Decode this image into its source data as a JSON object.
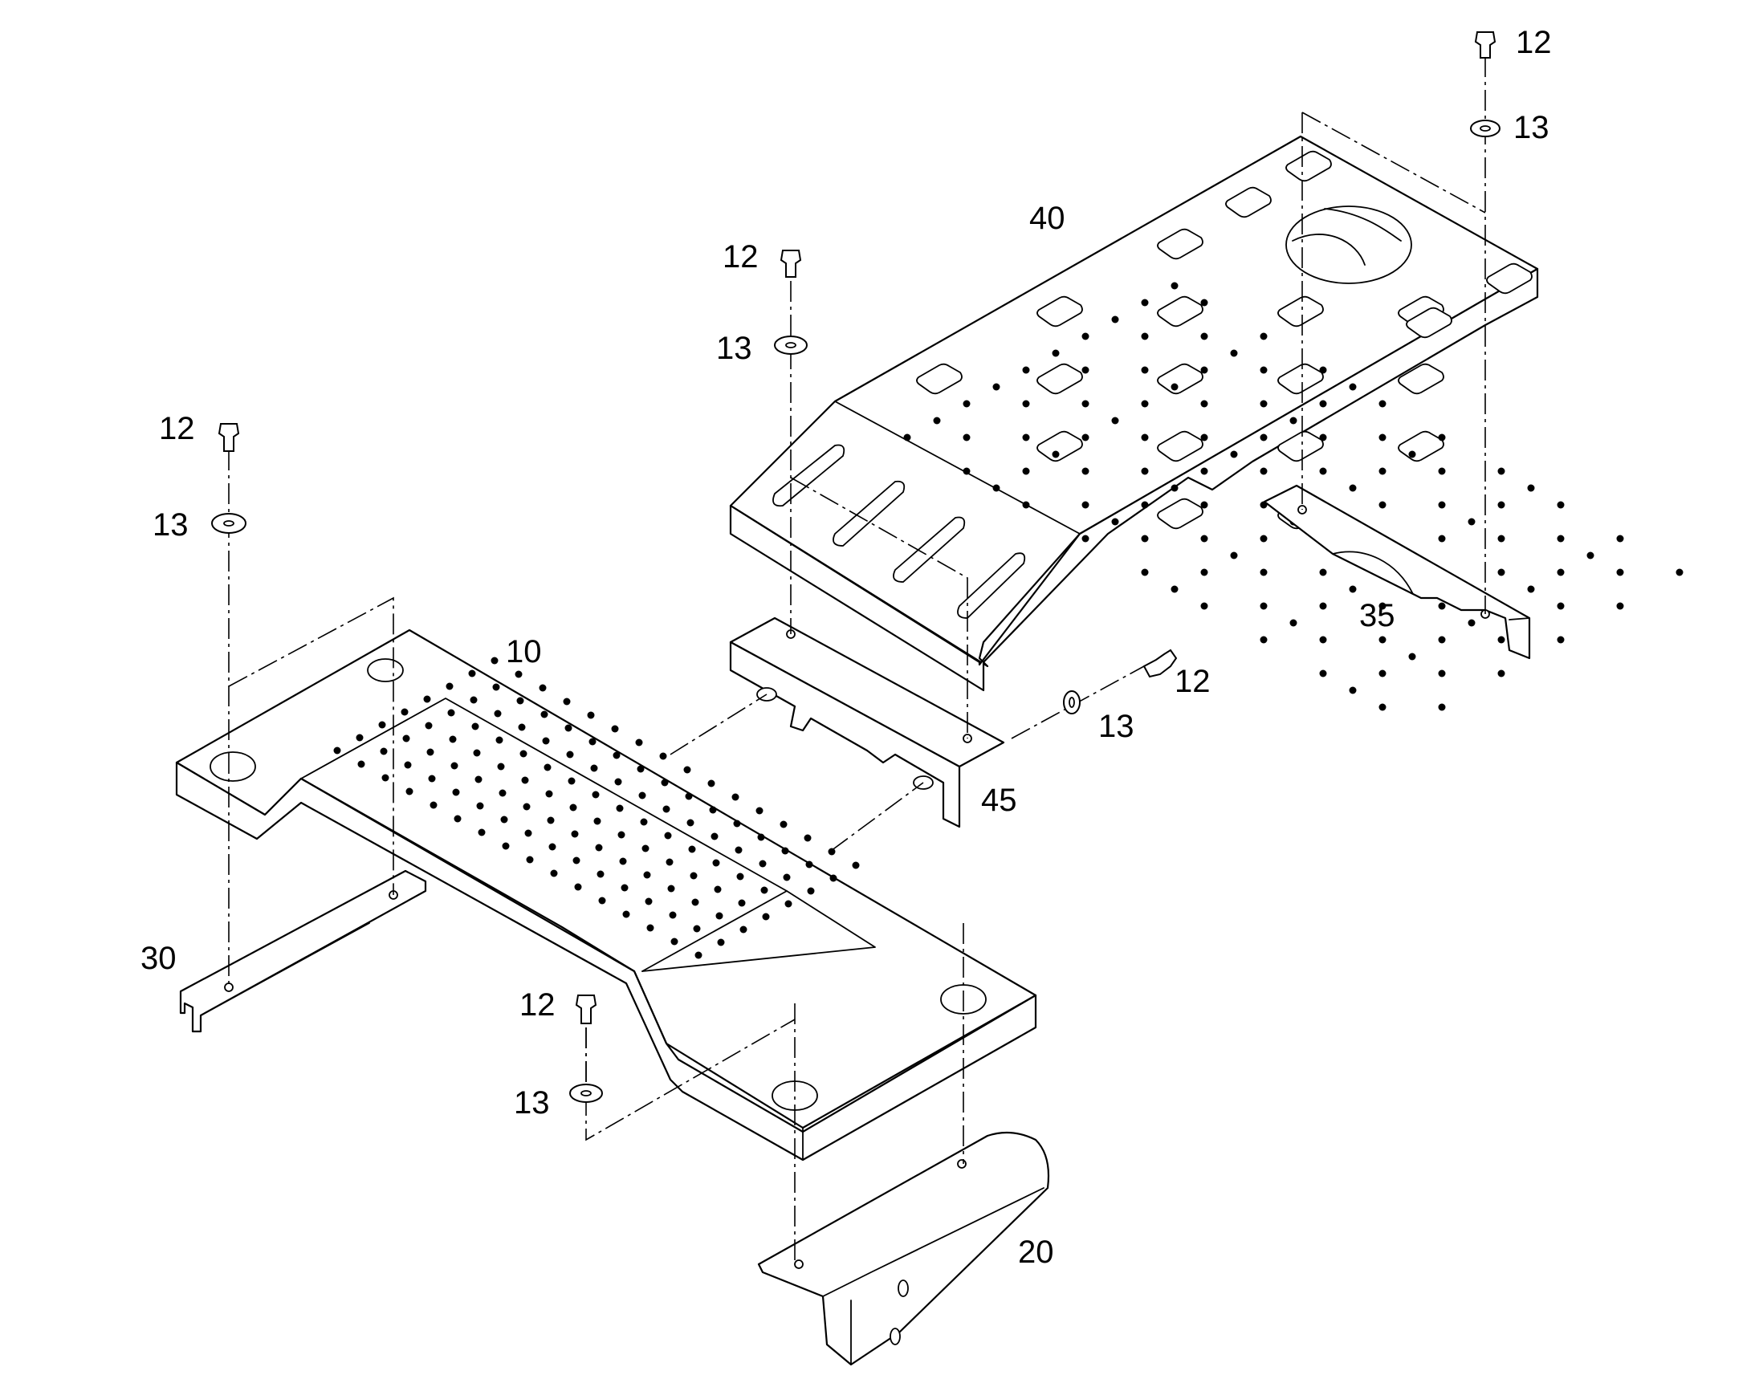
{
  "callouts": [
    {
      "id": "c12a",
      "text": "12"
    },
    {
      "id": "c13a",
      "text": "13"
    },
    {
      "id": "c40",
      "text": "40"
    },
    {
      "id": "c12b",
      "text": "12"
    },
    {
      "id": "c13b",
      "text": "13"
    },
    {
      "id": "c12c",
      "text": "12"
    },
    {
      "id": "c13c",
      "text": "13"
    },
    {
      "id": "c35",
      "text": "35"
    },
    {
      "id": "c10",
      "text": "10"
    },
    {
      "id": "c12d",
      "text": "12"
    },
    {
      "id": "c13d",
      "text": "13"
    },
    {
      "id": "c45",
      "text": "45"
    },
    {
      "id": "c30",
      "text": "30"
    },
    {
      "id": "c12e",
      "text": "12"
    },
    {
      "id": "c13e",
      "text": "13"
    },
    {
      "id": "c20",
      "text": "20"
    }
  ]
}
